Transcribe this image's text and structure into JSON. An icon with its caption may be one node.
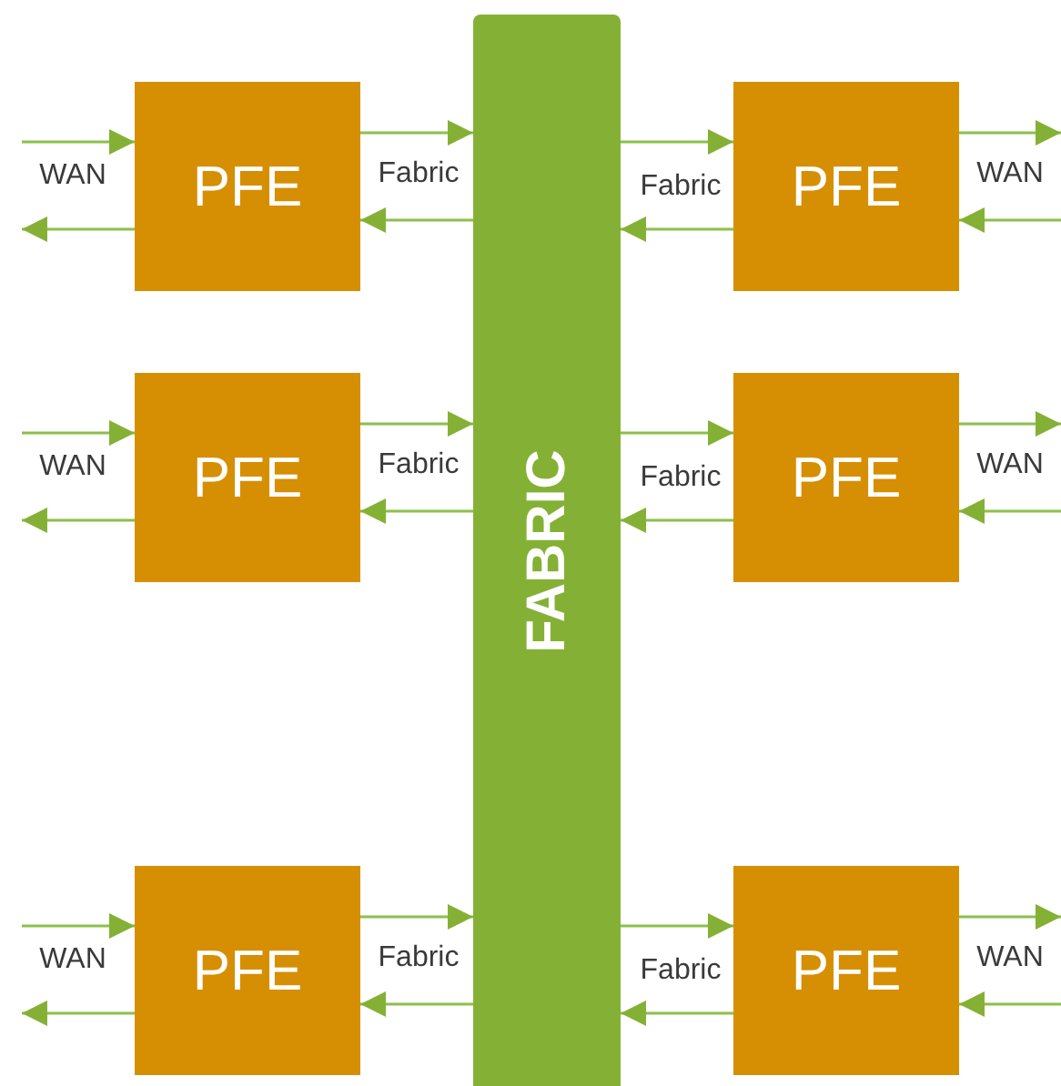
{
  "diagram": {
    "nodes": [
      {
        "text": [
          "FABRIC"
        ]
      },
      {
        "text": [
          "PFE"
        ]
      },
      {
        "text": [
          "PFE"
        ]
      },
      {
        "text": [
          "PFE"
        ]
      },
      {
        "text": [
          "PFE"
        ]
      },
      {
        "text": [
          "PFE"
        ]
      },
      {
        "text": [
          "PFE"
        ]
      }
    ],
    "edges": [
      {
        "from": null,
        "to": 1,
        "arrow": "to"
      },
      {
        "from": 1,
        "to": null,
        "arrow": "to"
      },
      {
        "from": 1,
        "to": 0,
        "arrow": "to"
      },
      {
        "from": 0,
        "to": 1,
        "arrow": "to"
      },
      {
        "from": 0,
        "to": 2,
        "arrow": "to"
      },
      {
        "from": 2,
        "to": 0,
        "arrow": "to"
      },
      {
        "from": 2,
        "to": null,
        "arrow": "to"
      },
      {
        "from": null,
        "to": 2,
        "arrow": "to"
      },
      {
        "from": null,
        "to": 3,
        "arrow": "to"
      },
      {
        "from": 3,
        "to": null,
        "arrow": "to"
      },
      {
        "from": 3,
        "to": 0,
        "arrow": "to"
      },
      {
        "from": 0,
        "to": 3,
        "arrow": "to"
      },
      {
        "from": 0,
        "to": 4,
        "arrow": "to"
      },
      {
        "from": 4,
        "to": 0,
        "arrow": "to"
      },
      {
        "from": 4,
        "to": null,
        "arrow": "to"
      },
      {
        "from": null,
        "to": 4,
        "arrow": "to"
      },
      {
        "from": null,
        "to": 5,
        "arrow": "to"
      },
      {
        "from": 5,
        "to": null,
        "arrow": "to"
      },
      {
        "from": 5,
        "to": 0,
        "arrow": "to"
      },
      {
        "from": 0,
        "to": 5,
        "arrow": "to"
      },
      {
        "from": 0,
        "to": 6,
        "arrow": "to"
      },
      {
        "from": 6,
        "to": 0,
        "arrow": "to"
      },
      {
        "from": 6,
        "to": null,
        "arrow": "to"
      },
      {
        "from": null,
        "to": 6,
        "arrow": "to"
      }
    ],
    "labels": [
      "WAN",
      "Fabric",
      "Fabric",
      "WAN",
      "WAN",
      "Fabric",
      "Fabric",
      "WAN",
      "WAN",
      "Fabric",
      "Fabric",
      "WAN"
    ]
  }
}
